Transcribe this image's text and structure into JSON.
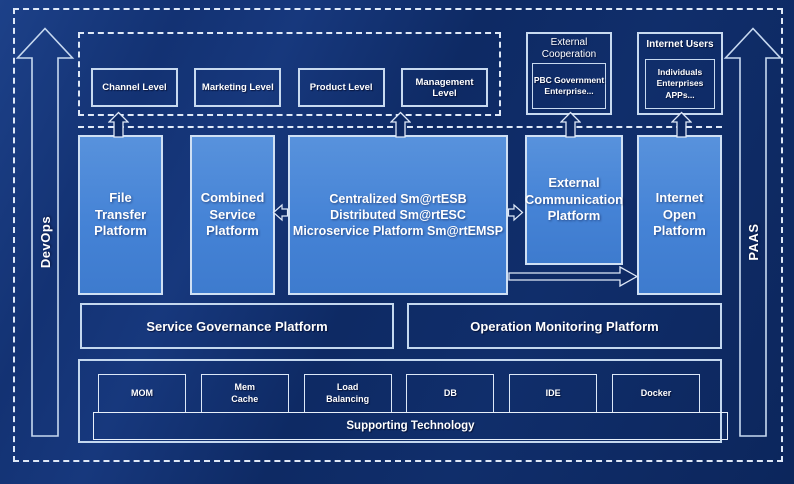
{
  "rails": {
    "devops": "DevOps",
    "paas": "PAAS"
  },
  "levels": [
    "Channel Level",
    "Marketing Level",
    "Product Level",
    "Management Level"
  ],
  "external_cooperation": {
    "title_lines": [
      "External",
      "Cooperation"
    ],
    "inner_lines": [
      "PBC Government",
      "Enterprise..."
    ]
  },
  "internet_users": {
    "title": "Internet Users",
    "inner_lines": [
      "Individuals",
      "Enterprises",
      "APPs..."
    ]
  },
  "platforms": {
    "file_transfer_lines": [
      "File",
      "Transfer",
      "Platform"
    ],
    "combined_service_lines": [
      "Combined",
      "Service",
      "Platform"
    ],
    "central_lines": [
      "Centralized Sm@rtESB",
      "Distributed Sm@rtESC",
      "Microservice Platform Sm@rtEMSP"
    ],
    "external_communication_lines": [
      "External",
      "Communication",
      "Platform"
    ],
    "internet_open_lines": [
      "Internet",
      "Open",
      "Platform"
    ]
  },
  "governance": {
    "service": "Service Governance Platform",
    "operation": "Operation Monitoring Platform"
  },
  "supporting": {
    "techs": [
      [
        "MOM"
      ],
      [
        "Mem",
        "Cache"
      ],
      [
        "Load",
        "Balancing"
      ],
      [
        "DB"
      ],
      [
        "IDE"
      ],
      [
        "Docker"
      ]
    ],
    "bar": "Supporting Technology"
  },
  "colors": {
    "background": "#0e2a64",
    "platform_blue": "#4583d6",
    "border_light": "#cfe0f4",
    "dashed_line": "#dfe9f8",
    "text": "#ffffff"
  }
}
